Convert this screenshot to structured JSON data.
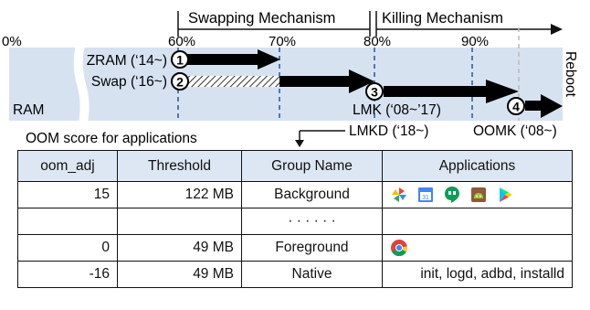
{
  "mechanisms": {
    "swapping": "Swapping Mechanism",
    "killing": "Killing Mechanism"
  },
  "scale": {
    "start": "0%",
    "p60": "60%",
    "p70": "70%",
    "p80": "80%",
    "p90": "90%"
  },
  "labels": {
    "zram": "ZRAM (‘14~)",
    "swap": "Swap (‘16~)",
    "ram": "RAM",
    "reboot": "Reboot",
    "lmk": "LMK (‘08~’17)",
    "lmkd": "LMKD (‘18~)",
    "oomk": "OOMK (‘08~)",
    "oom_score": "OOM score for applications"
  },
  "markers": [
    "1",
    "2",
    "3",
    "4"
  ],
  "table": {
    "headers": [
      "oom_adj",
      "Threshold",
      "Group Name",
      "Applications"
    ],
    "rows": [
      {
        "oom_adj": "15",
        "threshold": "122 MB",
        "group": "Background",
        "apps": "",
        "icons": [
          "pinwheel-icon",
          "calendar-icon",
          "hangouts-icon",
          "android-icon",
          "play-store-icon"
        ]
      },
      {
        "oom_adj": "",
        "threshold": "",
        "group": "· · · · · ·",
        "apps": "",
        "icons": []
      },
      {
        "oom_adj": "0",
        "threshold": "49 MB",
        "group": "Foreground",
        "apps": "",
        "icons": [
          "chrome-icon"
        ]
      },
      {
        "oom_adj": "-16",
        "threshold": "49 MB",
        "group": "Native",
        "apps": "init, logd, adbd, installd",
        "icons": []
      }
    ]
  },
  "colors": {
    "ram_bar": "#d7e2f1",
    "dashed_blue": "#2e5ea8",
    "dashed_gray": "#bdbdbd",
    "arrow": "#000000"
  }
}
